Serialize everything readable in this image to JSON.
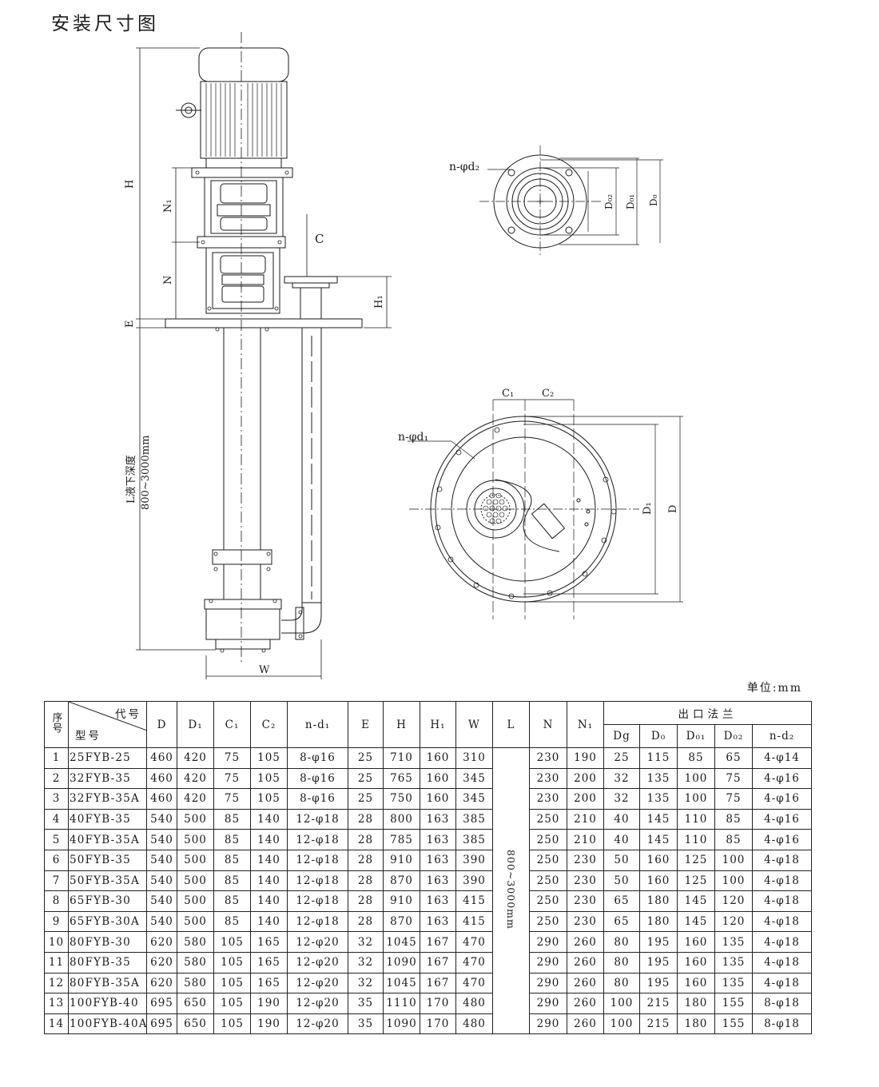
{
  "title": "安装尺寸图",
  "unit": "单位:mm",
  "drawing_labels": {
    "H": "H",
    "N1": "N₁",
    "N": "N",
    "E": "E",
    "C": "C",
    "H1": "H₁",
    "L": "L液下深度",
    "L_range": "800~3000mm",
    "W": "W",
    "flange_hole": "n-φd₂",
    "D02": "D₀₂",
    "D01": "D₀₁",
    "D0": "D₀",
    "base_hole": "n-φd₁",
    "C1": "C₁",
    "C2": "C₂",
    "D1": "D₁",
    "D": "D"
  },
  "table": {
    "corner_top": "代号",
    "corner_bottom": "型号",
    "seq_header": "序号",
    "headers": [
      "D",
      "D₁",
      "C₁",
      "C₂",
      "n-d₁",
      "E",
      "H",
      "H₁",
      "W",
      "L",
      "N",
      "N₁"
    ],
    "outlet_group": "出口法兰",
    "outlet_headers": [
      "Dg",
      "D₀",
      "D₀₁",
      "D₀₂",
      "n-d₂"
    ],
    "L_merged": "800~3000mm",
    "rows": [
      {
        "no": "1",
        "model": "25FYB-25",
        "D": "460",
        "D1": "420",
        "C1": "75",
        "C2": "105",
        "nd1": "8-φ16",
        "E": "25",
        "H": "710",
        "H1": "160",
        "W": "310",
        "N": "230",
        "N1": "190",
        "Dg": "25",
        "D0": "115",
        "D01": "85",
        "D02": "65",
        "nd2": "4-φ14"
      },
      {
        "no": "2",
        "model": "32FYB-35",
        "D": "460",
        "D1": "420",
        "C1": "75",
        "C2": "105",
        "nd1": "8-φ16",
        "E": "25",
        "H": "765",
        "H1": "160",
        "W": "345",
        "N": "230",
        "N1": "200",
        "Dg": "32",
        "D0": "135",
        "D01": "100",
        "D02": "75",
        "nd2": "4-φ16"
      },
      {
        "no": "3",
        "model": "32FYB-35A",
        "D": "460",
        "D1": "420",
        "C1": "75",
        "C2": "105",
        "nd1": "8-φ16",
        "E": "25",
        "H": "750",
        "H1": "160",
        "W": "345",
        "N": "230",
        "N1": "200",
        "Dg": "32",
        "D0": "135",
        "D01": "100",
        "D02": "75",
        "nd2": "4-φ16"
      },
      {
        "no": "4",
        "model": "40FYB-35",
        "D": "540",
        "D1": "500",
        "C1": "85",
        "C2": "140",
        "nd1": "12-φ18",
        "E": "28",
        "H": "800",
        "H1": "163",
        "W": "385",
        "N": "250",
        "N1": "210",
        "Dg": "40",
        "D0": "145",
        "D01": "110",
        "D02": "85",
        "nd2": "4-φ16"
      },
      {
        "no": "5",
        "model": "40FYB-35A",
        "D": "540",
        "D1": "500",
        "C1": "85",
        "C2": "140",
        "nd1": "12-φ18",
        "E": "28",
        "H": "785",
        "H1": "163",
        "W": "385",
        "N": "250",
        "N1": "210",
        "Dg": "40",
        "D0": "145",
        "D01": "110",
        "D02": "85",
        "nd2": "4-φ16"
      },
      {
        "no": "6",
        "model": "50FYB-35",
        "D": "540",
        "D1": "500",
        "C1": "85",
        "C2": "140",
        "nd1": "12-φ18",
        "E": "28",
        "H": "910",
        "H1": "163",
        "W": "390",
        "N": "250",
        "N1": "230",
        "Dg": "50",
        "D0": "160",
        "D01": "125",
        "D02": "100",
        "nd2": "4-φ18"
      },
      {
        "no": "7",
        "model": "50FYB-35A",
        "D": "540",
        "D1": "500",
        "C1": "85",
        "C2": "140",
        "nd1": "12-φ18",
        "E": "28",
        "H": "870",
        "H1": "163",
        "W": "390",
        "N": "250",
        "N1": "230",
        "Dg": "50",
        "D0": "160",
        "D01": "125",
        "D02": "100",
        "nd2": "4-φ18"
      },
      {
        "no": "8",
        "model": "65FYB-30",
        "D": "540",
        "D1": "500",
        "C1": "85",
        "C2": "140",
        "nd1": "12-φ18",
        "E": "28",
        "H": "910",
        "H1": "163",
        "W": "415",
        "N": "250",
        "N1": "230",
        "Dg": "65",
        "D0": "180",
        "D01": "145",
        "D02": "120",
        "nd2": "4-φ18"
      },
      {
        "no": "9",
        "model": "65FYB-30A",
        "D": "540",
        "D1": "500",
        "C1": "85",
        "C2": "140",
        "nd1": "12-φ18",
        "E": "28",
        "H": "870",
        "H1": "163",
        "W": "415",
        "N": "250",
        "N1": "230",
        "Dg": "65",
        "D0": "180",
        "D01": "145",
        "D02": "120",
        "nd2": "4-φ18"
      },
      {
        "no": "10",
        "model": "80FYB-30",
        "D": "620",
        "D1": "580",
        "C1": "105",
        "C2": "165",
        "nd1": "12-φ20",
        "E": "32",
        "H": "1045",
        "H1": "167",
        "W": "470",
        "N": "290",
        "N1": "260",
        "Dg": "80",
        "D0": "195",
        "D01": "160",
        "D02": "135",
        "nd2": "4-φ18"
      },
      {
        "no": "11",
        "model": "80FYB-35",
        "D": "620",
        "D1": "580",
        "C1": "105",
        "C2": "165",
        "nd1": "12-φ20",
        "E": "32",
        "H": "1090",
        "H1": "167",
        "W": "470",
        "N": "290",
        "N1": "260",
        "Dg": "80",
        "D0": "195",
        "D01": "160",
        "D02": "135",
        "nd2": "4-φ18"
      },
      {
        "no": "12",
        "model": "80FYB-35A",
        "D": "620",
        "D1": "580",
        "C1": "105",
        "C2": "165",
        "nd1": "12-φ20",
        "E": "32",
        "H": "1045",
        "H1": "167",
        "W": "470",
        "N": "290",
        "N1": "260",
        "Dg": "80",
        "D0": "195",
        "D01": "160",
        "D02": "135",
        "nd2": "4-φ18"
      },
      {
        "no": "13",
        "model": "100FYB-40",
        "D": "695",
        "D1": "650",
        "C1": "105",
        "C2": "190",
        "nd1": "12-φ20",
        "E": "35",
        "H": "1110",
        "H1": "170",
        "W": "480",
        "N": "290",
        "N1": "260",
        "Dg": "100",
        "D0": "215",
        "D01": "180",
        "D02": "155",
        "nd2": "8-φ18"
      },
      {
        "no": "14",
        "model": "100FYB-40A",
        "D": "695",
        "D1": "650",
        "C1": "105",
        "C2": "190",
        "nd1": "12-φ20",
        "E": "35",
        "H": "1090",
        "H1": "170",
        "W": "480",
        "N": "290",
        "N1": "260",
        "Dg": "100",
        "D0": "215",
        "D01": "180",
        "D02": "155",
        "nd2": "8-φ18"
      }
    ]
  }
}
